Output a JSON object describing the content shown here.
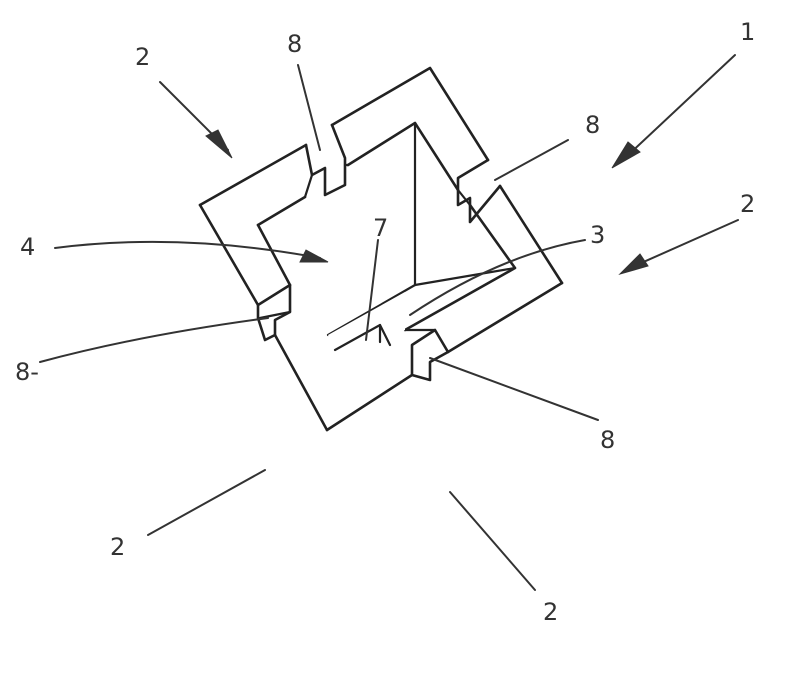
{
  "figure": {
    "callouts": [
      {
        "id": "c-1",
        "text": "1"
      },
      {
        "id": "c-2a",
        "text": "2"
      },
      {
        "id": "c-2b",
        "text": "2"
      },
      {
        "id": "c-2c",
        "text": "2"
      },
      {
        "id": "c-2d",
        "text": "2"
      },
      {
        "id": "c-3",
        "text": "3"
      },
      {
        "id": "c-4",
        "text": "4"
      },
      {
        "id": "c-7",
        "text": "7"
      },
      {
        "id": "c-8a",
        "text": "8"
      },
      {
        "id": "c-8b",
        "text": "8"
      },
      {
        "id": "c-8c",
        "text": "8-"
      },
      {
        "id": "c-8d",
        "text": "8"
      }
    ],
    "colors": {
      "line": "#222222",
      "label": "#333333",
      "background": "#ffffff"
    }
  }
}
